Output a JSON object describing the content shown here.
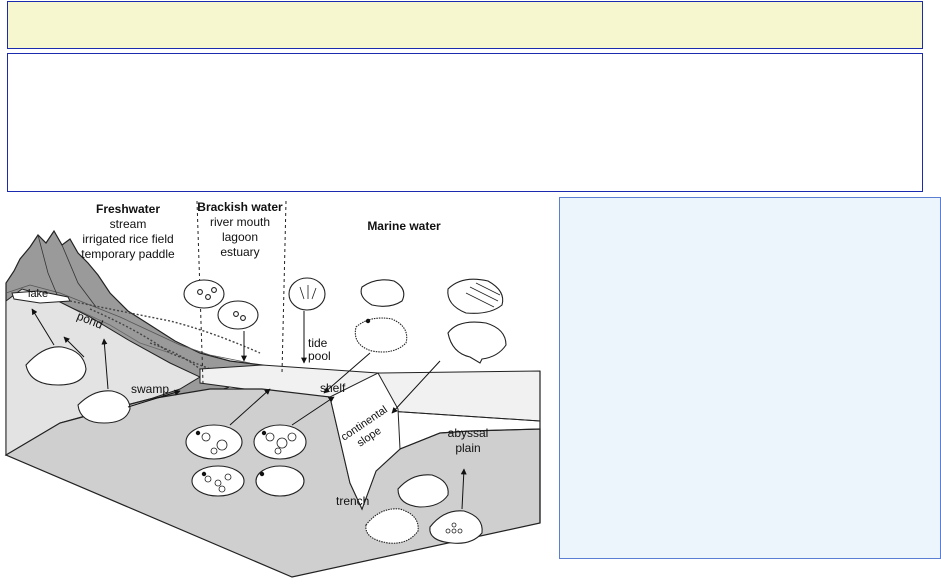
{
  "zones": [
    {
      "heading": "Freshwater",
      "lines": [
        "stream",
        "irrigated rice field",
        "temporary paddle"
      ]
    },
    {
      "heading": "Brackish water",
      "lines": [
        "river mouth",
        "lagoon",
        "estuary"
      ]
    },
    {
      "heading": "Marine water",
      "lines": []
    }
  ],
  "labels": {
    "lake": "lake",
    "pond": "pond",
    "swamp": "swamp",
    "tide_pool_1": "tide",
    "tide_pool_2": "pool",
    "shelf": "shelf",
    "continental_slope_1": "continental",
    "continental_slope_2": "slope",
    "trench": "trench",
    "abyssal_plain_1": "abyssal",
    "abyssal_plain_2": "plain"
  }
}
